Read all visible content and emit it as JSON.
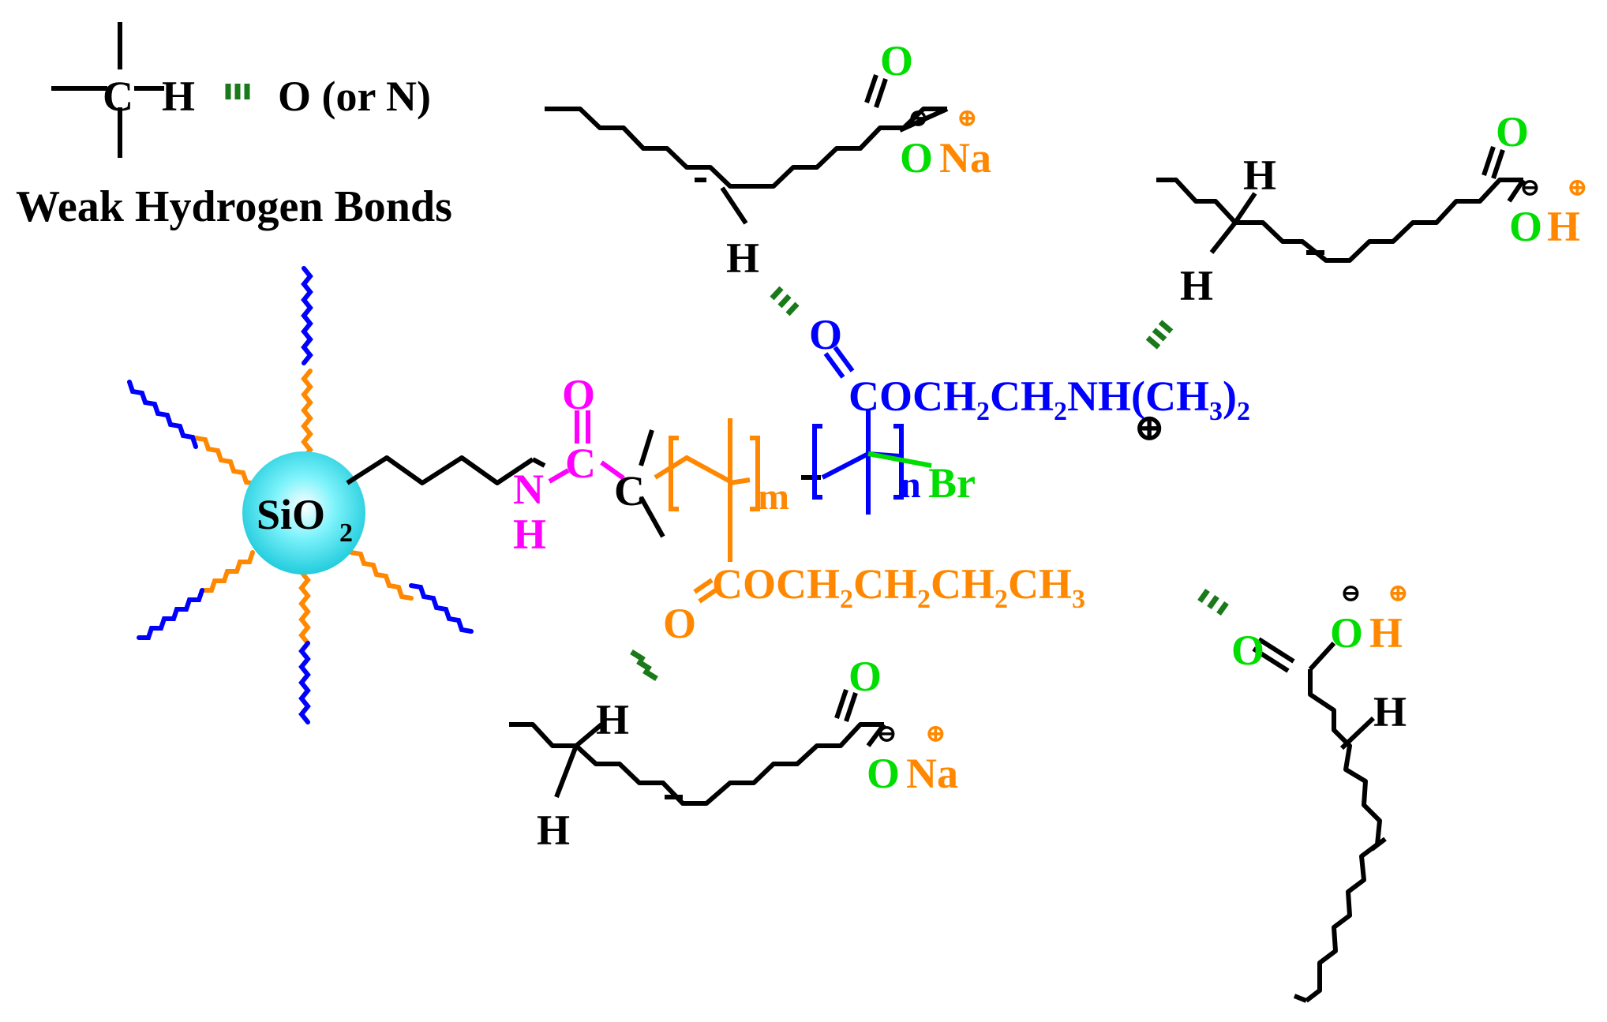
{
  "colors": {
    "black": "#000000",
    "green": "#00dd00",
    "darkgreen": "#1a7a1a",
    "blue": "#0000ff",
    "orange": "#ff8800",
    "magenta": "#ff00ff",
    "sphere": "#33ddee"
  },
  "legend": {
    "c": "C",
    "h": "H",
    "acceptor": "O (or N)",
    "caption": "Weak Hydrogen Bonds"
  },
  "particle": {
    "si": "SiO",
    "sub": "2"
  },
  "linker": {
    "n": "N",
    "h": "H",
    "o": "O",
    "c": "C",
    "quatC": "C"
  },
  "polymer": {
    "m": "m",
    "n": "n",
    "br": "Br",
    "dma_o": "O",
    "dma_chain": "COCH",
    "dma_ch2": "CH",
    "dma_n": "NH(CH",
    "dma_end": ")",
    "sub2": "2",
    "sub3": "3",
    "plus": "⊕",
    "ba_chain": "COCH",
    "ba_ch2a": "CH",
    "ba_ch2b": "CH",
    "ba_ch3": "CH",
    "ba_o": "O"
  },
  "ions": {
    "top_na": {
      "o": "O",
      "o_dbl": "O",
      "cat": "Na",
      "minus": "⊖",
      "plus": "⊕"
    },
    "right_h": {
      "o": "O",
      "o_dbl": "O",
      "cat": "H",
      "minus": "⊖",
      "plus": "⊕"
    },
    "bottom_na": {
      "o": "O",
      "o_dbl": "O",
      "cat": "Na",
      "minus": "⊖",
      "plus": "⊕"
    },
    "bottom_right_h": {
      "o": "O",
      "o_dbl": "O",
      "cat": "H",
      "minus": "⊖",
      "plus": "⊕"
    }
  },
  "hydrogens": {
    "h": "H"
  }
}
